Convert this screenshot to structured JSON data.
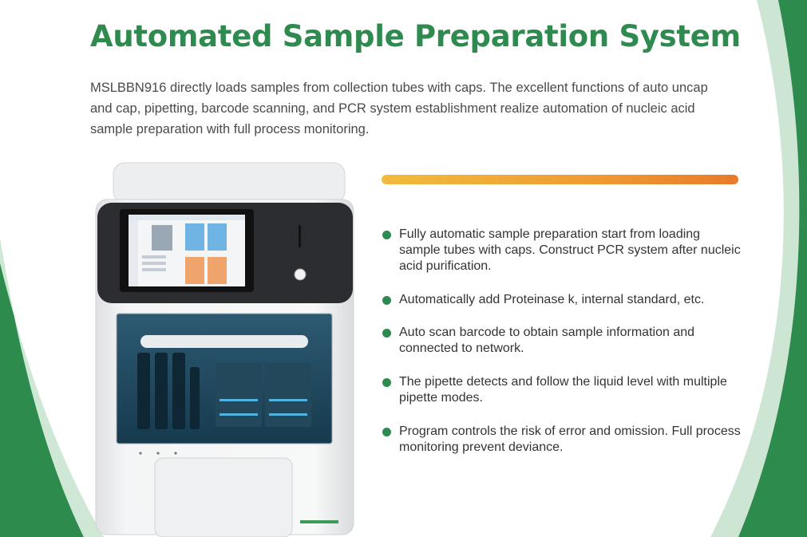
{
  "title": "Automated Sample Preparation System",
  "intro": "MSLBBN916 directly loads samples from collection tubes with caps. The excellent functions of auto uncap and cap, pipetting, barcode scanning, and PCR system establishment realize automation of nucleic acid sample preparation with full process monitoring.",
  "features": [
    "Fully automatic sample preparation start from loading sample tubes with caps. Construct PCR system after nucleic acid purification.",
    "Automatically add Proteinase k, internal standard, etc.",
    "Auto scan barcode to obtain sample information and connected to network.",
    "The pipette detects and follow the liquid level with multiple pipette modes.",
    "Program controls the risk of error and omission. Full process monitoring prevent deviance."
  ],
  "colors": {
    "brand_green": "#2f8a4f",
    "accent_gradient": [
      "#f1bb3e",
      "#e87a2a"
    ],
    "body_text": "#4a4a4a"
  },
  "icons": {
    "bullet": "green-dot-icon",
    "product": "sample-preparation-instrument-image"
  }
}
